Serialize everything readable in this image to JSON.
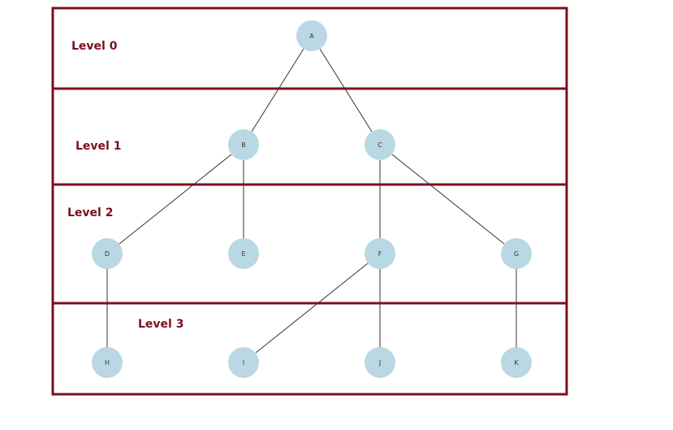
{
  "colors": {
    "border": "#7b0f1e",
    "label": "#7b0f1e",
    "node_fill": "#b9d8e3",
    "edge": "#333333"
  },
  "levels": [
    {
      "label": "Level 0"
    },
    {
      "label": "Level 1"
    },
    {
      "label": "Level 2"
    },
    {
      "label": "Level 3"
    }
  ],
  "nodes": [
    {
      "id": "A",
      "label": "A",
      "level": 0
    },
    {
      "id": "B",
      "label": "B",
      "level": 1
    },
    {
      "id": "C",
      "label": "C",
      "level": 1
    },
    {
      "id": "D",
      "label": "D",
      "level": 2
    },
    {
      "id": "E",
      "label": "E",
      "level": 2
    },
    {
      "id": "F",
      "label": "F",
      "level": 2
    },
    {
      "id": "G",
      "label": "G",
      "level": 2
    },
    {
      "id": "H",
      "label": "H",
      "level": 3
    },
    {
      "id": "I",
      "label": "I",
      "level": 3
    },
    {
      "id": "J",
      "label": "J",
      "level": 3
    },
    {
      "id": "K",
      "label": "K",
      "level": 3
    }
  ],
  "edges": [
    [
      "A",
      "B"
    ],
    [
      "A",
      "C"
    ],
    [
      "B",
      "D"
    ],
    [
      "B",
      "E"
    ],
    [
      "C",
      "F"
    ],
    [
      "C",
      "G"
    ],
    [
      "D",
      "H"
    ],
    [
      "F",
      "I"
    ],
    [
      "F",
      "J"
    ],
    [
      "G",
      "K"
    ]
  ]
}
